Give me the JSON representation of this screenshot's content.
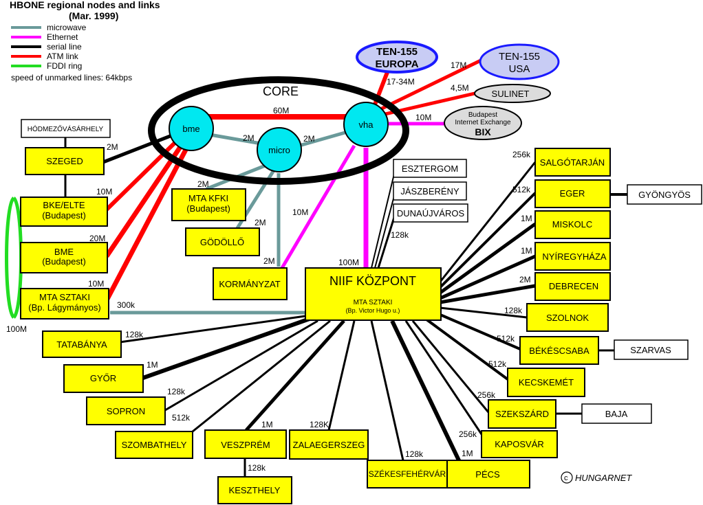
{
  "title_line1": "HBONE regional nodes and links",
  "title_line2": "(Mar. 1999)",
  "legend": {
    "items": [
      {
        "label": "microwave",
        "color": "#6a9a9a"
      },
      {
        "label": "Ethernet",
        "color": "#ff00ff"
      },
      {
        "label": "serial line",
        "color": "#000000"
      },
      {
        "label": "ATM link",
        "color": "#ff0000"
      },
      {
        "label": "FDDI ring",
        "color": "#22dd22"
      }
    ],
    "note": "speed of unmarked lines: 64kbps"
  },
  "core_label": "CORE",
  "core_nodes": {
    "bme": "bme",
    "micro": "micro",
    "vha": "vha"
  },
  "external": {
    "ten155_europa_line1": "TEN-155",
    "ten155_europa_line2": "EUROPA",
    "ten155_usa_line1": "TEN-155",
    "ten155_usa_line2": "USA",
    "sulinet": "SULINET",
    "bix_line1": "Budapest",
    "bix_line2": "Internet Exchange",
    "bix_line3": "BIX"
  },
  "hub": {
    "title": "NIIF KÖZPONT",
    "sub1": "MTA SZTAKI",
    "sub2": "(Bp. Victor Hugo u.)"
  },
  "nodes": {
    "hodmezovasarhely": "HÓDMEZŐVÁSÁRHELY",
    "szeged": "SZEGED",
    "bke_line1": "BKE/ELTE",
    "bke_line2": "(Budapest)",
    "bme_line1": "BME",
    "bme_line2": "(Budapest)",
    "sztaki_line1": "MTA SZTAKI",
    "sztaki_line2": "(Bp. Lágymányos)",
    "kfki_line1": "MTA KFKI",
    "kfki_line2": "(Budapest)",
    "godollo": "GÖDÖLLŐ",
    "kormanyzat": "KORMÁNYZAT",
    "esztergom": "ESZTERGOM",
    "jaszbereny": "JÁSZBERÉNY",
    "dunaujvaros": "DUNAÚJVÁROS",
    "salgotarjan": "SALGÓTARJÁN",
    "eger": "EGER",
    "gyongyos": "GYÖNGYÖS",
    "miskolc": "MISKOLC",
    "nyiregyhaza": "NYÍREGYHÁZA",
    "debrecen": "DEBRECEN",
    "szolnok": "SZOLNOK",
    "bekescsaba": "BÉKÉSCSABA",
    "szarvas": "SZARVAS",
    "kecskemet": "KECSKEMÉT",
    "szekszard": "SZEKSZÁRD",
    "baja": "BAJA",
    "kaposvar": "KAPOSVÁR",
    "pecs": "PÉCS",
    "szekesfehervar": "SZÉKESFEHÉRVÁR",
    "zalaegerszeg": "ZALAEGERSZEG",
    "veszprem": "VESZPRÉM",
    "keszthely": "KESZTHELY",
    "szombathely": "SZOMBATHELY",
    "sopron": "SOPRON",
    "gyor": "GYŐR",
    "tatabanya": "TATABÁNYA"
  },
  "speeds": {
    "bme_vha": "60M",
    "bme_micro": "2M",
    "micro_vha": "2M",
    "europa": "17-34M",
    "usa": "17M",
    "sulinet": "4,5M",
    "bix": "10M",
    "szeged": "2M",
    "bke": "10M",
    "bme": "20M",
    "sztaki": "10M",
    "fddi": "100M",
    "sztaki_hub": "300k",
    "kfki": "2M",
    "godollo": "2M",
    "kormanyzat": "2M",
    "vha_kormanyzat": "10M",
    "vha_hub": "100M",
    "dunaujvaros": "128k",
    "salgotarjan": "256k",
    "eger": "512k",
    "miskolc": "1M",
    "nyiregyhaza": "1M",
    "debrecen": "2M",
    "szolnok": "128k",
    "bekescsaba": "512k",
    "kecskemet": "512k",
    "szekszard": "256k",
    "kaposvar": "256k",
    "pecs": "1M",
    "szekesfehervar": "128k",
    "zalaegerszeg": "128K",
    "veszprem": "1M",
    "keszthely": "128k",
    "szombathely": "512k",
    "sopron": "128k",
    "gyor": "1M",
    "tatabanya": "128k"
  },
  "copyright": "HUNGARNET"
}
